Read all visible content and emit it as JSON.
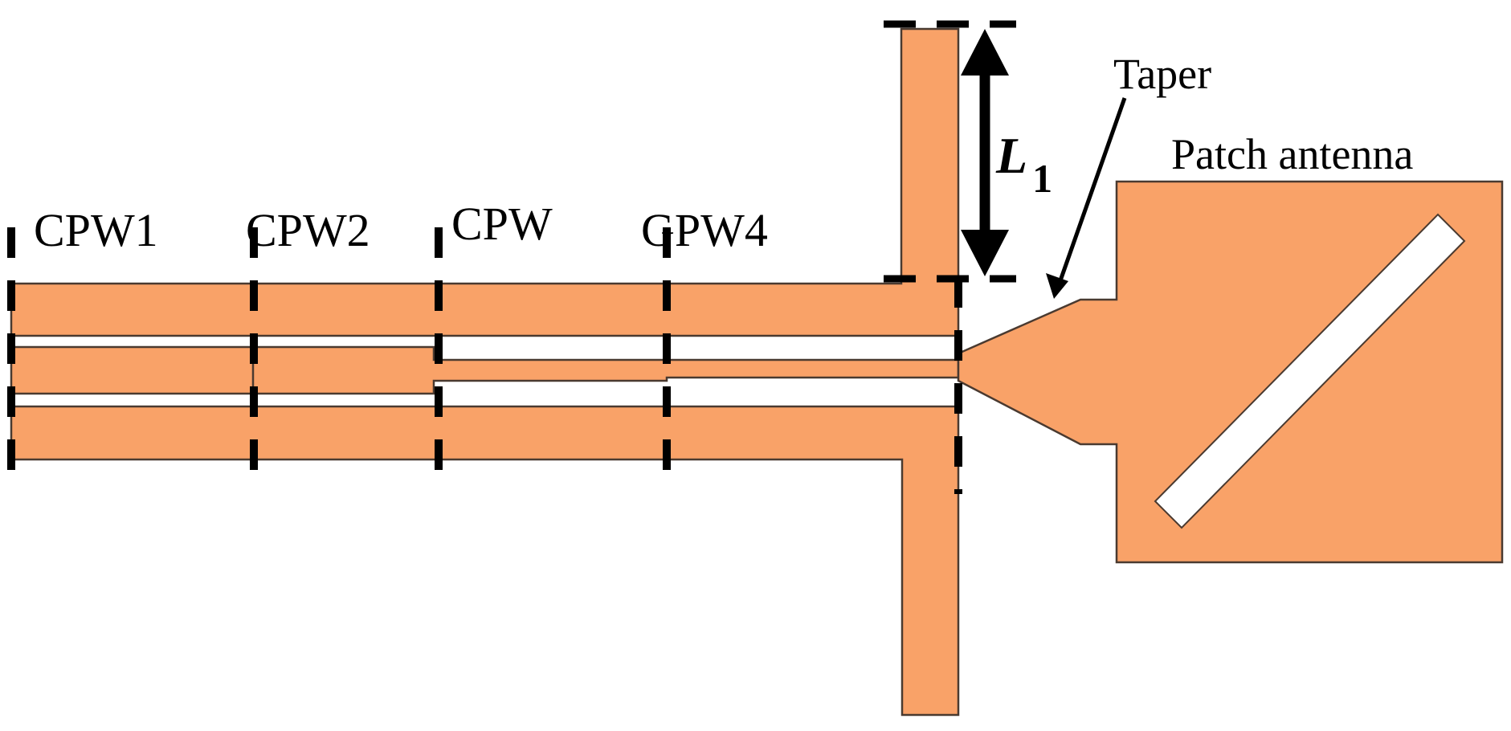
{
  "labels": {
    "cpw1": "CPW1",
    "cpw2": "CPW2",
    "cpw3": "CPW",
    "cpw4": "GPW4",
    "dimension_symbol": "L",
    "dimension_subscript": "1",
    "taper": "Taper",
    "patch_antenna": "Patch antenna"
  },
  "colors": {
    "conductor": "#F9A268",
    "conductor_stroke": "#4a3a30",
    "slot": "#ffffff",
    "dashes": "#000000",
    "arrow": "#000000"
  }
}
